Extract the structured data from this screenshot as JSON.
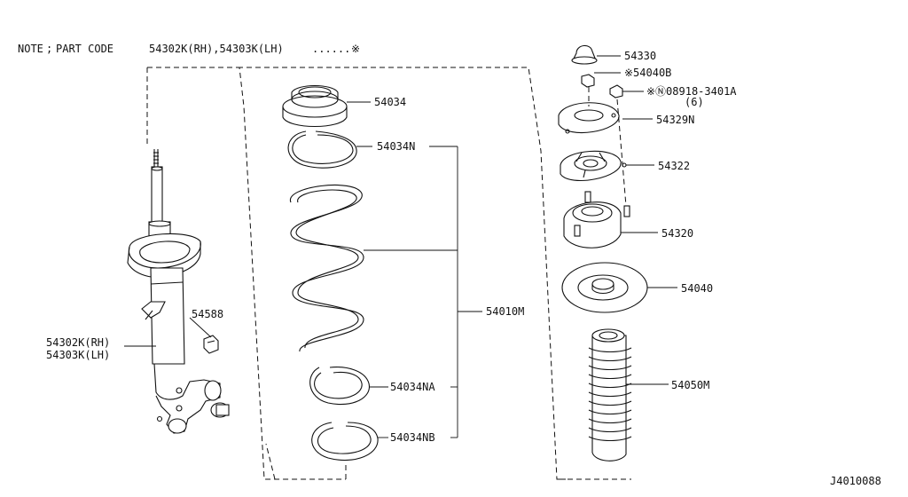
{
  "note": {
    "prefix": "NOTE",
    "sep": ";",
    "text": "PART CODE",
    "codes": "54302K(RH),54303K(LH)",
    "dots": "......",
    "mark": "※"
  },
  "labels": {
    "p54330": "54330",
    "p54040B": "※54040B",
    "p08918": "※Ⓝ08918-3401A",
    "p08918_qty": "(6)",
    "p54329N": "54329N",
    "p54322": "54322",
    "p54320": "54320",
    "p54040": "54040",
    "p54050M": "54050M",
    "p54034": "54034",
    "p54034N": "54034N",
    "p54010M": "54010M",
    "p54034NA": "54034NA",
    "p54034NB": "54034NB",
    "p54588": "54588",
    "strut_rh": "54302K(RH)",
    "strut_lh": "54303K(LH)"
  },
  "diagram_code": "J4010088"
}
